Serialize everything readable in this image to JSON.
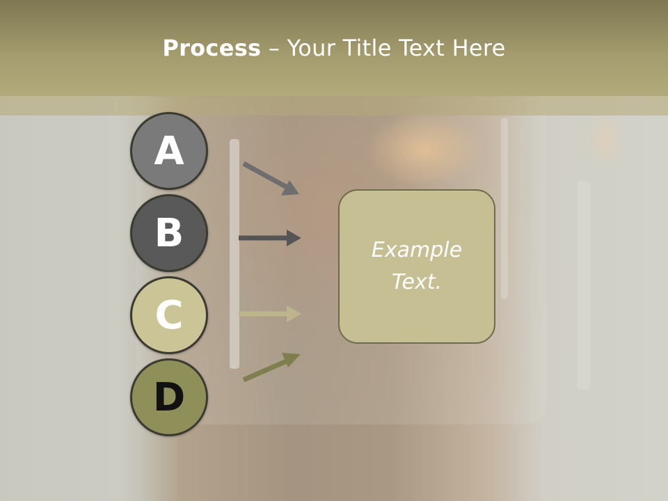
{
  "slide": {
    "title_bold": "Process",
    "title_rest": " – Your Title Text Here"
  },
  "steps": [
    {
      "letter": "A",
      "color": "#7a7a7a",
      "arrow_color": "#6e6e6e"
    },
    {
      "letter": "B",
      "color": "#595959",
      "arrow_color": "#555555"
    },
    {
      "letter": "C",
      "color": "#cbc496",
      "arrow_color": "#bdb68c"
    },
    {
      "letter": "D",
      "color": "#8f8f5a",
      "arrow_color": "#7f7f4e"
    }
  ],
  "example_box": {
    "text": "Example Text."
  },
  "colors": {
    "title_band": "#a49c6e",
    "box_fill": "#c6bf93"
  }
}
